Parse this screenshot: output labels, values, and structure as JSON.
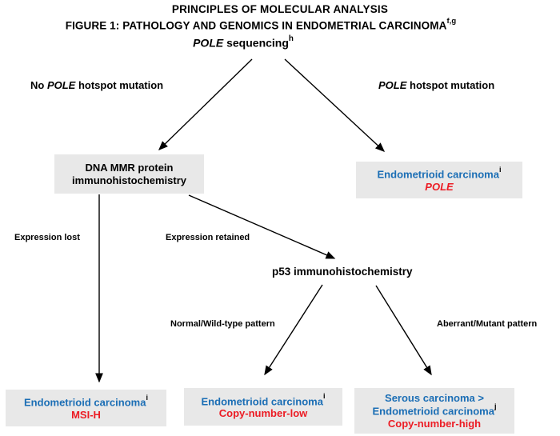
{
  "title": {
    "line1": "PRINCIPLES OF MOLECULAR ANALYSIS",
    "line2": "FIGURE 1: PATHOLOGY AND GENOMICS IN ENDOMETRIAL CARCINOMA",
    "line2_sup": "f,g",
    "line3_gene": "POLE",
    "line3_text": " sequencing",
    "line3_sup": "h"
  },
  "edge_labels": {
    "no_pole_prefix": "No ",
    "no_pole_gene": "POLE",
    "no_pole_suffix": " hotspot mutation",
    "pole_gene": "POLE",
    "pole_suffix": " hotspot mutation",
    "expression_lost": "Expression lost",
    "expression_retained": "Expression retained",
    "normal_pattern": "Normal/Wild-type pattern",
    "aberrant_pattern": "Aberrant/Mutant pattern"
  },
  "nodes": {
    "mmr": {
      "line1": "DNA MMR protein",
      "line2": "immunohistochemistry"
    },
    "p53": {
      "label": "p53 immunohistochemistry"
    },
    "pole_result": {
      "name": "Endometrioid carcinoma",
      "sup": "i",
      "subtype": "POLE"
    },
    "msi_result": {
      "name": "Endometrioid carcinoma",
      "sup": "i",
      "subtype": "MSI-H"
    },
    "cn_low_result": {
      "name": "Endometrioid carcinoma",
      "sup": "i",
      "subtype": "Copy-number-low"
    },
    "cn_high_result": {
      "line1": "Serous carcinoma >",
      "name": "Endometrioid carcinoma",
      "sup": "j",
      "subtype": "Copy-number-high"
    }
  },
  "colors": {
    "blue": "#1B6EB5",
    "red": "#EC1C24",
    "box_bg": "#E8E8E8",
    "ink": "#000000"
  }
}
